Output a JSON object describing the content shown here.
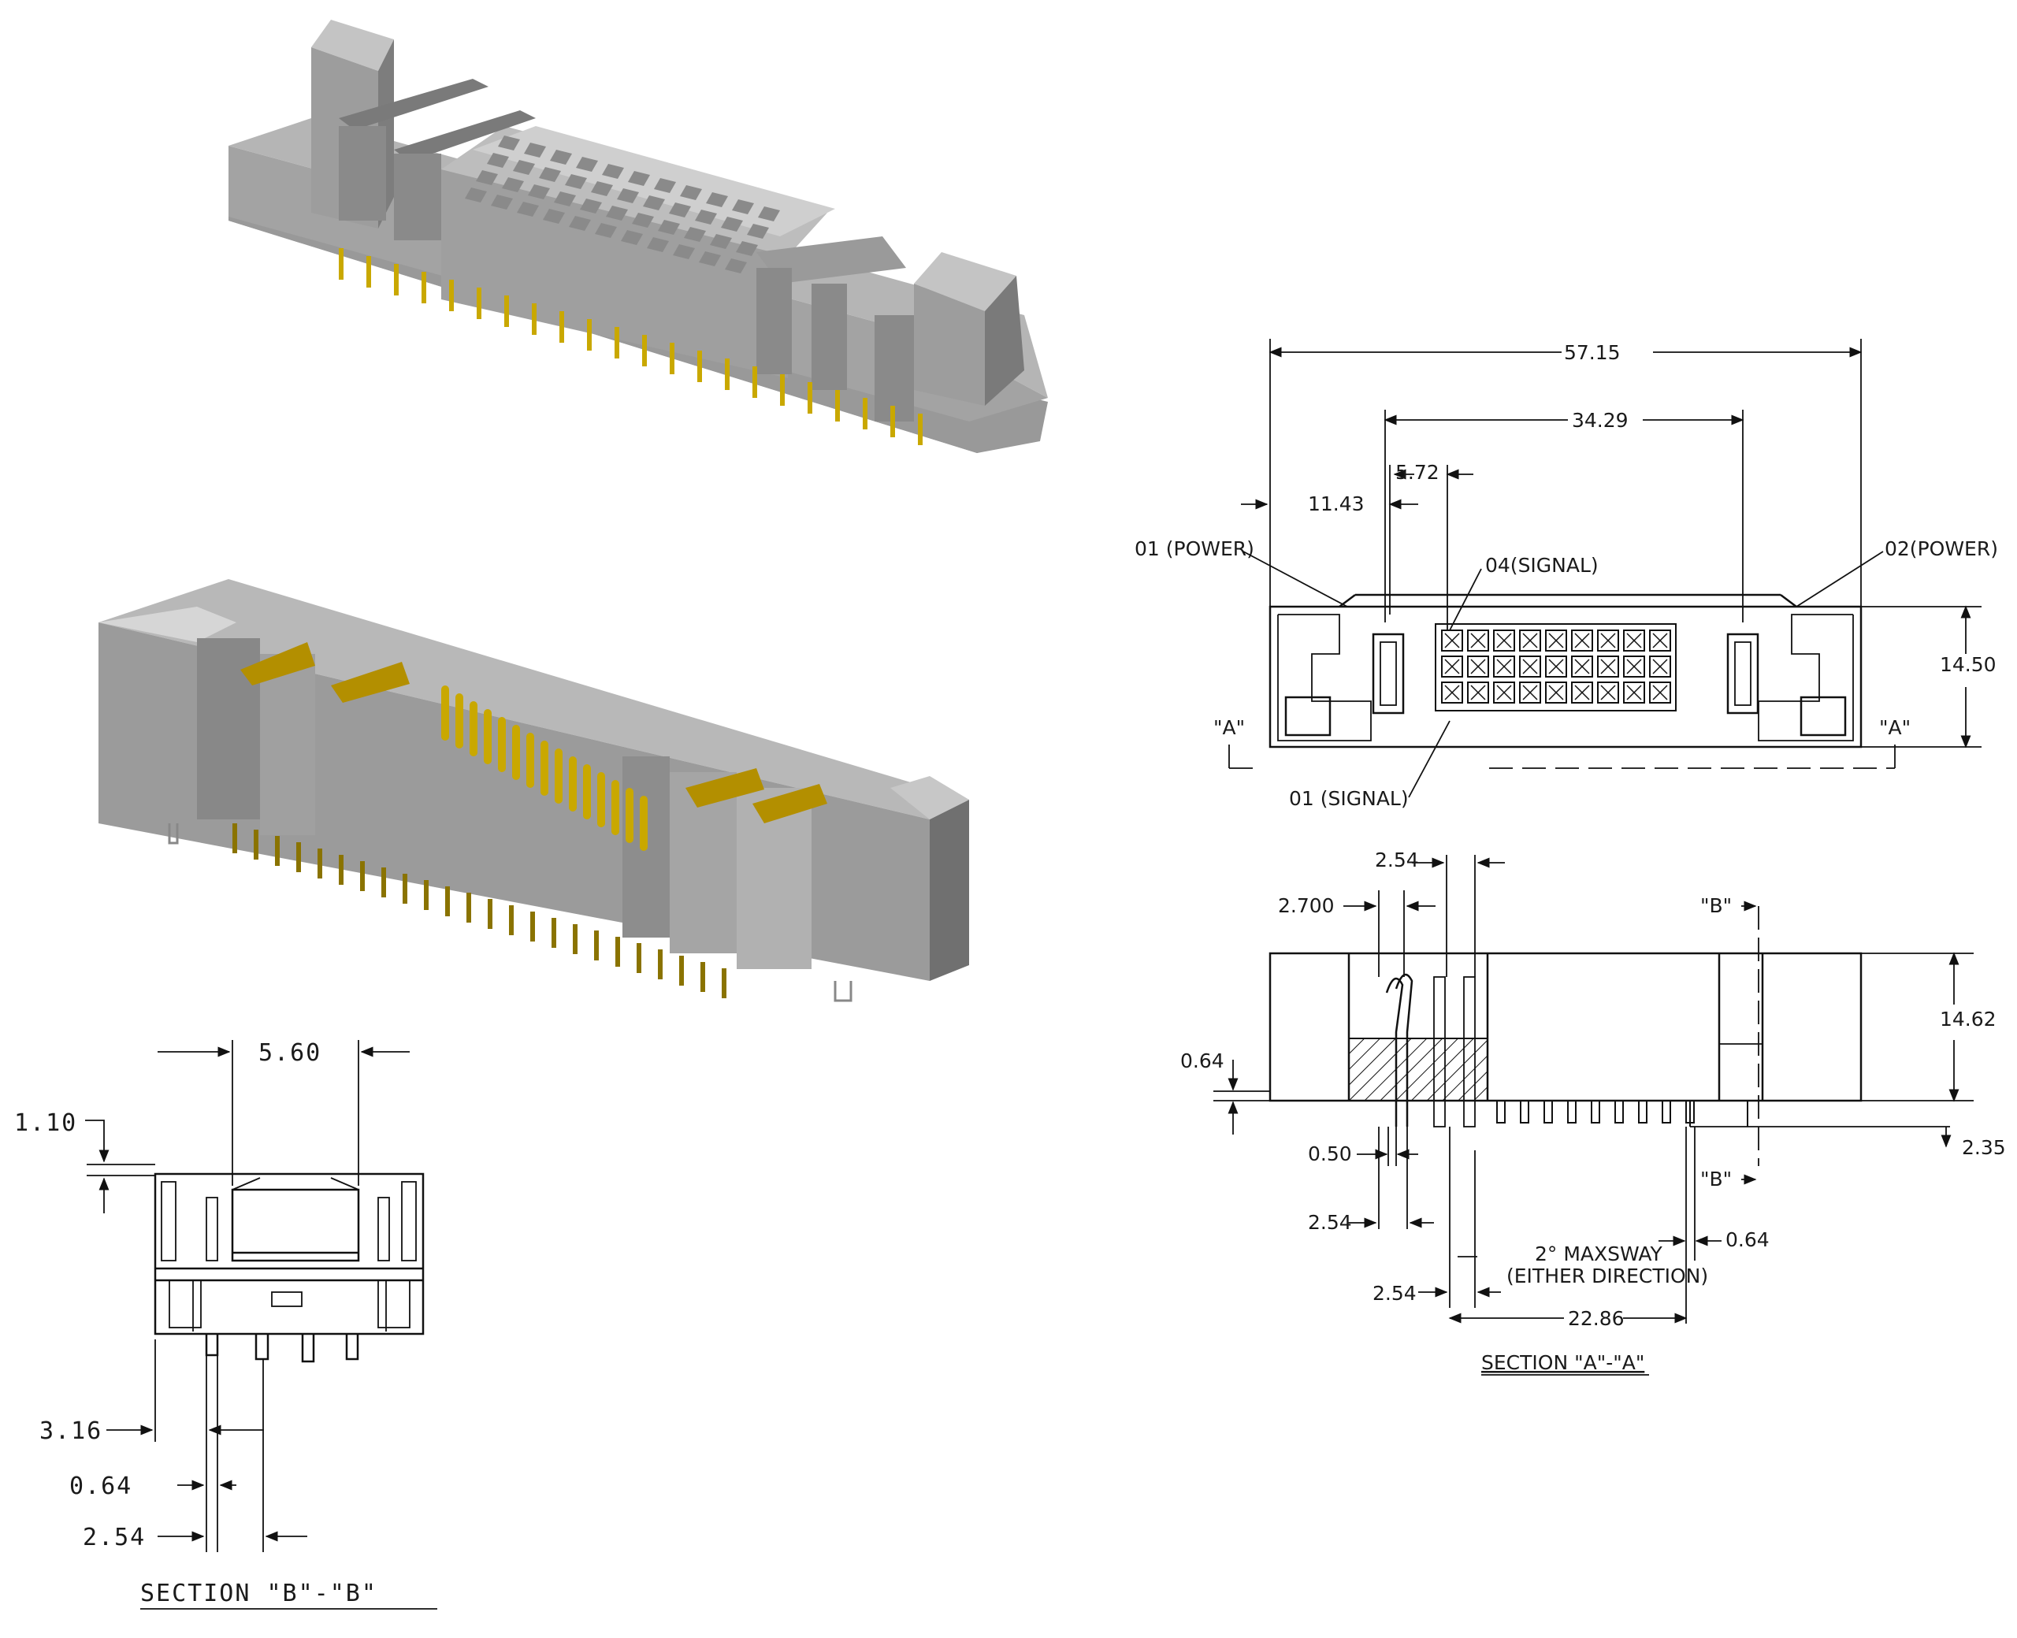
{
  "renders": {
    "connector_top": {
      "label": "connector-iso-top"
    },
    "connector_bottom": {
      "label": "connector-iso-bottom"
    }
  },
  "colors": {
    "housing_light": "#a9a9a9",
    "housing_mid": "#8f8f8f",
    "housing_dark": "#6e6e6e",
    "pin_gold": "#c9a800",
    "pin_gold_dark": "#8a7300",
    "line": "#111111"
  },
  "front_view": {
    "dim_overall": "57.15",
    "dim_inner": "34.29",
    "dim_pitch": "5.72",
    "dim_offset": "11.43",
    "dim_height": "14.50",
    "label_power_left": "01 (POWER)",
    "label_power_right": "02(POWER)",
    "label_signal_top": "04(SIGNAL)",
    "label_signal_bottom": "01 (SIGNAL)",
    "section_mark_left": "\"A\"",
    "section_mark_right": "\"A\""
  },
  "section_aa": {
    "dim_pitch_top": "2.54",
    "dim_2700": "2.700",
    "dim_thick": "0.64",
    "dim_height": "14.62",
    "dim_pin_w": "0.50",
    "dim_pitch_left": "2.54",
    "dim_pitch_bottom": "2.54",
    "dim_span": "22.86",
    "dim_pin_right": "0.64",
    "dim_tail": "2.35",
    "sway_line1": "2° MAXSWAY",
    "sway_line2": "(EITHER DIRECTION)",
    "mark_b_top": "\"B\"",
    "mark_b_bottom": "\"B\"",
    "title": "SECTION \"A\"-\"A\""
  },
  "section_bb": {
    "dim_width": "5.60",
    "dim_top": "1.10",
    "dim_316": "3.16",
    "dim_064": "0.64",
    "dim_254": "2.54",
    "title": "SECTION \"B\"-\"B\""
  }
}
